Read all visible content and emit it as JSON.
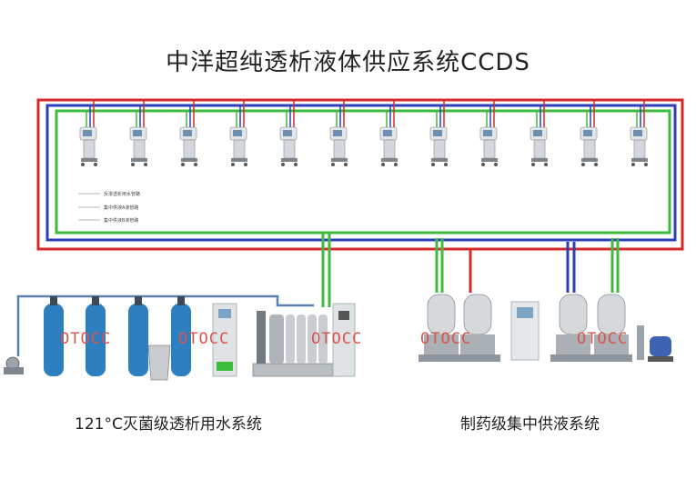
{
  "title": "中洋超纯透析液体供应系统CCDS",
  "legend": [
    {
      "label": "反渗透析用水管路",
      "color": "#9aa0a6"
    },
    {
      "label": "集中供液A液管路",
      "color": "#9aa0a6"
    },
    {
      "label": "集中供液B液管路",
      "color": "#9aa0a6"
    }
  ],
  "pipe_colors": {
    "red": "#d62b2b",
    "blue": "#2b3fb8",
    "green": "#3dbb3d"
  },
  "watermark": "OTOCC",
  "captions": {
    "left": "121°C灭菌级透析用水系统",
    "right": "制药级集中供液系统"
  }
}
